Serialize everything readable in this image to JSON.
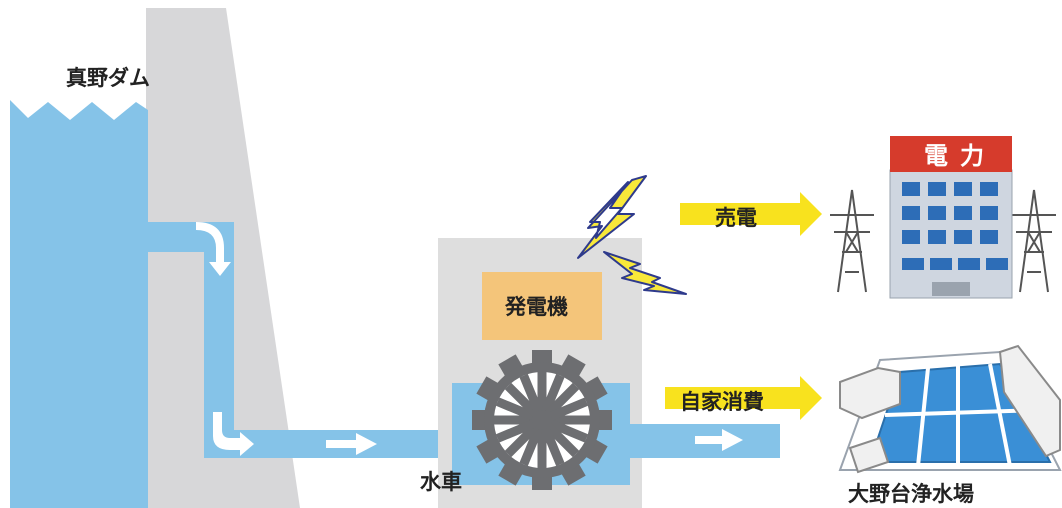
{
  "labels": {
    "dam": "真野ダム",
    "generator": "発電機",
    "waterwheel": "水車",
    "sell_power": "売電",
    "self_consumption": "自家消費",
    "plant": "大野台浄水場",
    "power_company_sign_1": "電",
    "power_company_sign_2": "力"
  },
  "colors": {
    "water": "#85c3e8",
    "dam": "#d7d7d9",
    "building": "#dedede",
    "generator": "#f4c57a",
    "wheel": "#6d6e71",
    "arrow": "#f8e21e",
    "lightning_fill": "#f8e83a",
    "lightning_stroke": "#2e3a8c",
    "power_red": "#d63b2c",
    "power_bldg": "#cfd6e0",
    "window": "#2d6db7",
    "plant_water": "#3a8fd6"
  }
}
